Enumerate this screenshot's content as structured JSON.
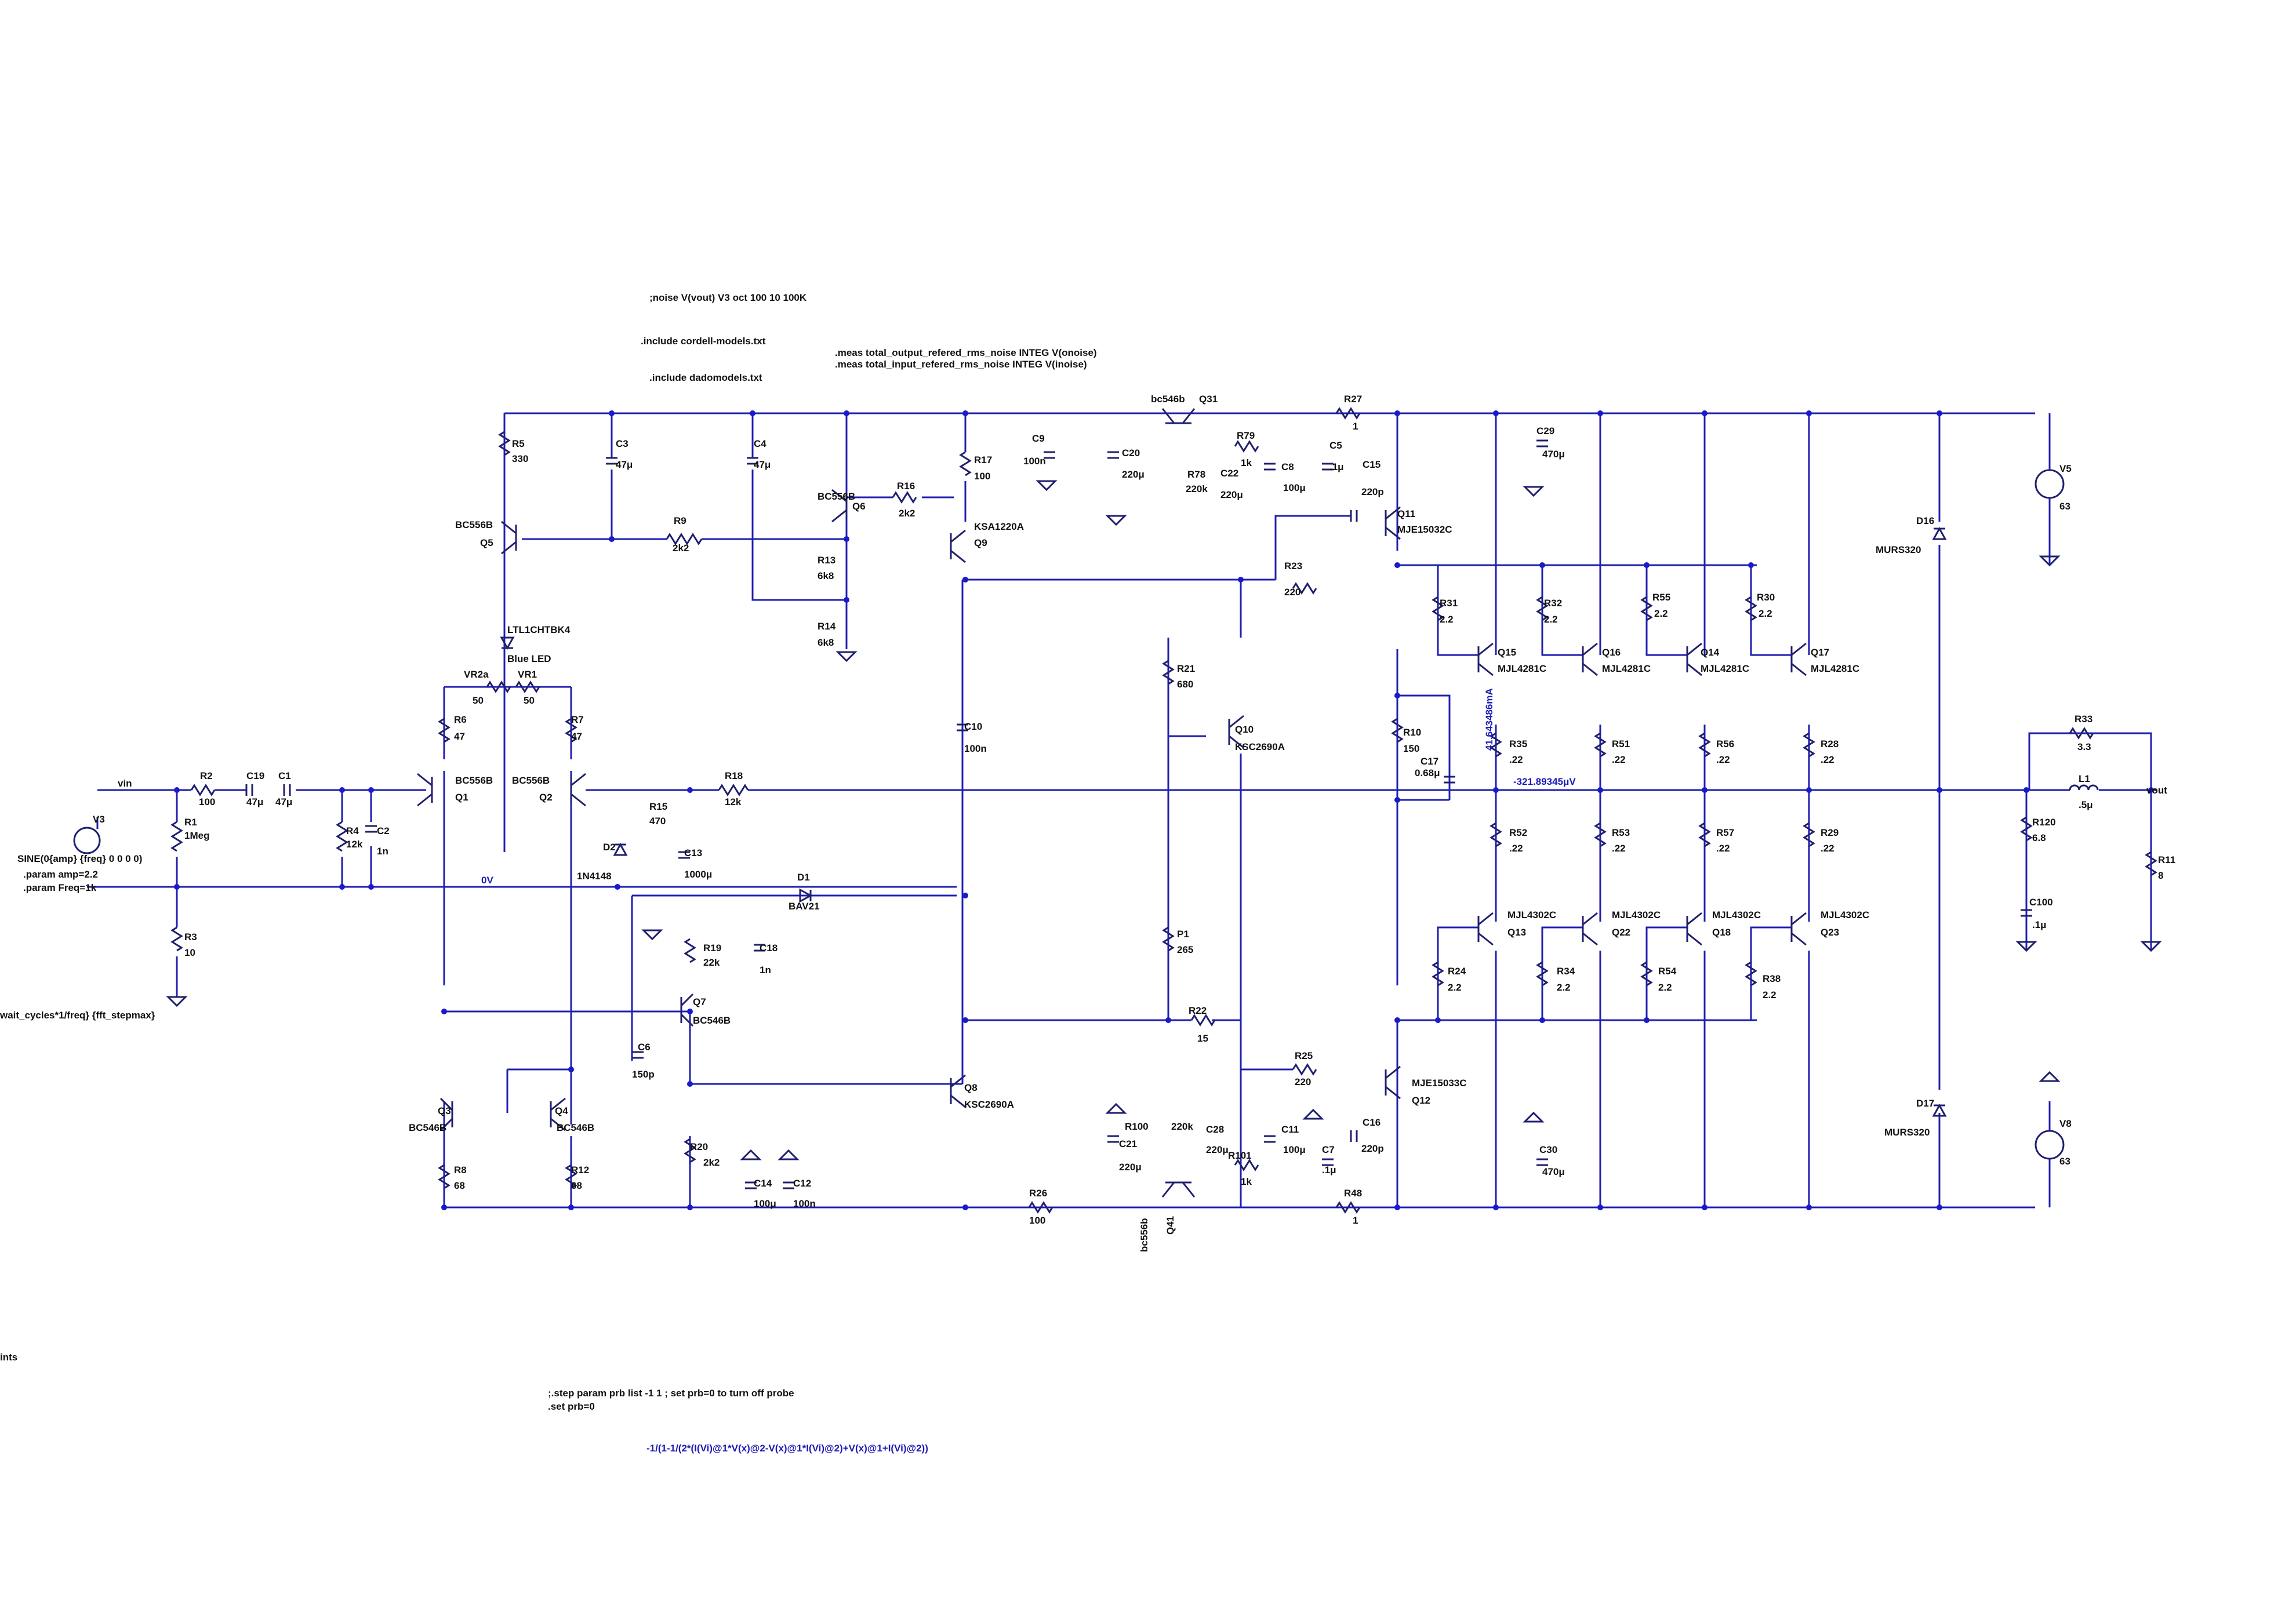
{
  "directives": {
    "noise": ";noise V(vout) V3 oct 100 10 100K",
    "include_cordell": ".include cordell-models.txt",
    "include_dado": ".include dadomodels.txt",
    "meas_output": ".meas total_output_refered_rms_noise INTEG V(onoise)",
    "meas_input": ".meas total_input_refered_rms_noise INTEG V(inoise)",
    "wait_cycles": "wait_cycles*1/freq} {fft_stepmax}",
    "ints": "ints",
    "step_param": ";.step param prb list -1 1 ; set prb=0 to turn off probe",
    "set_prb": ".set prb=0",
    "formula": "-1/(1-1/(2*(I(Vi)@1*V(x)@2-V(x)@1*I(Vi)@2)+V(x)@1+I(Vi)@2))"
  },
  "source": {
    "name": "V3",
    "value": "SINE(0{amp} {freq} 0 0 0 0)",
    "param_amp": ".param amp=2.2",
    "param_freq": ".param Freq=1k"
  },
  "nets": {
    "vin": "vin",
    "vout": "vout",
    "zero": "0V"
  },
  "probes": {
    "current": "41.643486mA",
    "voltage": "-321.89345μV"
  },
  "parts": {
    "R1": {
      "name": "R1",
      "value": "1Meg"
    },
    "R2": {
      "name": "R2",
      "value": "100"
    },
    "R3": {
      "name": "R3",
      "value": "10"
    },
    "R4": {
      "name": "R4",
      "value": "12k"
    },
    "R5": {
      "name": "R5",
      "value": "330"
    },
    "R6": {
      "name": "R6",
      "value": "47"
    },
    "R7": {
      "name": "R7",
      "value": "47"
    },
    "R8": {
      "name": "R8",
      "value": "68"
    },
    "R9": {
      "name": "R9",
      "value": "2k2"
    },
    "R10": {
      "name": "R10",
      "value": "150"
    },
    "R11": {
      "name": "R11",
      "value": "8"
    },
    "R12": {
      "name": "R12",
      "value": "68"
    },
    "R13": {
      "name": "R13",
      "value": "6k8"
    },
    "R14": {
      "name": "R14",
      "value": "6k8"
    },
    "R15": {
      "name": "R15",
      "value": "470"
    },
    "R16": {
      "name": "R16",
      "value": "2k2"
    },
    "R17": {
      "name": "R17",
      "value": "100"
    },
    "R18": {
      "name": "R18",
      "value": "12k"
    },
    "R19": {
      "name": "R19",
      "value": "22k"
    },
    "R20": {
      "name": "R20",
      "value": "2k2"
    },
    "R21": {
      "name": "R21",
      "value": "680"
    },
    "R22": {
      "name": "R22",
      "value": "15"
    },
    "R23": {
      "name": "R23",
      "value": "220"
    },
    "R24": {
      "name": "R24",
      "value": "2.2"
    },
    "R25": {
      "name": "R25",
      "value": "220"
    },
    "R26": {
      "name": "R26",
      "value": "100"
    },
    "R27": {
      "name": "R27",
      "value": "1"
    },
    "R28": {
      "name": "R28",
      "value": ".22"
    },
    "R29": {
      "name": "R29",
      "value": ".22"
    },
    "R30": {
      "name": "R30",
      "value": "2.2"
    },
    "R31": {
      "name": "R31",
      "value": "2.2"
    },
    "R32": {
      "name": "R32",
      "value": "2.2"
    },
    "R33": {
      "name": "R33",
      "value": "3.3"
    },
    "R34": {
      "name": "R34",
      "value": "2.2"
    },
    "R35": {
      "name": "R35",
      "value": ".22"
    },
    "R38": {
      "name": "R38",
      "value": "2.2"
    },
    "R48": {
      "name": "R48",
      "value": "1"
    },
    "R51": {
      "name": "R51",
      "value": ".22"
    },
    "R52": {
      "name": "R52",
      "value": ".22"
    },
    "R53": {
      "name": "R53",
      "value": ".22"
    },
    "R54": {
      "name": "R54",
      "value": "2.2"
    },
    "R55": {
      "name": "R55",
      "value": "2.2"
    },
    "R56": {
      "name": "R56",
      "value": ".22"
    },
    "R57": {
      "name": "R57",
      "value": ".22"
    },
    "R78": {
      "name": "R78",
      "value": "220k"
    },
    "R79": {
      "name": "R79",
      "value": "1k"
    },
    "R100": {
      "name": "R100",
      "value": "220k"
    },
    "R101": {
      "name": "R101",
      "value": "1k"
    },
    "R120": {
      "name": "R120",
      "value": "6.8"
    },
    "P1": {
      "name": "P1",
      "value": "265"
    },
    "VR1": {
      "name": "VR1",
      "value": "50"
    },
    "VR2a": {
      "name": "VR2a",
      "value": "50"
    },
    "C1": {
      "name": "C1",
      "value": "47μ"
    },
    "C2": {
      "name": "C2",
      "value": "1n"
    },
    "C3": {
      "name": "C3",
      "value": "47μ"
    },
    "C4": {
      "name": "C4",
      "value": "47μ"
    },
    "C5": {
      "name": "C5",
      "value": ".1μ"
    },
    "C6": {
      "name": "C6",
      "value": "150p"
    },
    "C7": {
      "name": "C7",
      "value": ".1μ"
    },
    "C8": {
      "name": "C8",
      "value": "100μ"
    },
    "C9": {
      "name": "C9",
      "value": "100n"
    },
    "C10": {
      "name": "C10",
      "value": "100n"
    },
    "C11": {
      "name": "C11",
      "value": "100μ"
    },
    "C12": {
      "name": "C12",
      "value": "100n"
    },
    "C13": {
      "name": "C13",
      "value": "1000μ"
    },
    "C14": {
      "name": "C14",
      "value": "100μ"
    },
    "C15": {
      "name": "C15",
      "value": "220p"
    },
    "C16": {
      "name": "C16",
      "value": "220p"
    },
    "C17": {
      "name": "C17",
      "value": "0.68μ"
    },
    "C18": {
      "name": "C18",
      "value": "1n"
    },
    "C19": {
      "name": "C19",
      "value": "47μ"
    },
    "C20": {
      "name": "C20",
      "value": "220μ"
    },
    "C21": {
      "name": "C21",
      "value": "220μ"
    },
    "C22": {
      "name": "C22",
      "value": "220μ"
    },
    "C28": {
      "name": "C28",
      "value": "220μ"
    },
    "C29": {
      "name": "C29",
      "value": "470μ"
    },
    "C30": {
      "name": "C30",
      "value": "470μ"
    },
    "C100": {
      "name": "C100",
      "value": ".1μ"
    },
    "L1": {
      "name": "L1",
      "value": ".5μ"
    },
    "D1": {
      "name": "D1",
      "value": "BAV21"
    },
    "D2": {
      "name": "D2",
      "value": "1N4148"
    },
    "D16": {
      "name": "D16",
      "value": "MURS320"
    },
    "D17": {
      "name": "D17",
      "value": "MURS320"
    },
    "LED": {
      "name": "LTL1CHTBK4",
      "value": "Blue LED"
    },
    "V5": {
      "name": "V5",
      "value": "63"
    },
    "V8": {
      "name": "V8",
      "value": "63"
    },
    "Q1": {
      "name": "Q1",
      "value": "BC556B"
    },
    "Q2": {
      "name": "Q2",
      "value": "BC556B"
    },
    "Q3": {
      "name": "Q3",
      "value": "BC546B"
    },
    "Q4": {
      "name": "Q4",
      "value": "BC546B"
    },
    "Q5": {
      "name": "Q5",
      "value": "BC556B"
    },
    "Q6": {
      "name": "Q6",
      "value": "BC556B"
    },
    "Q7": {
      "name": "Q7",
      "value": "BC546B"
    },
    "Q8": {
      "name": "Q8",
      "value": "KSC2690A"
    },
    "Q9": {
      "name": "Q9",
      "value": "KSA1220A"
    },
    "Q10": {
      "name": "Q10",
      "value": "KSC2690A"
    },
    "Q11": {
      "name": "Q11",
      "value": "MJE15032C"
    },
    "Q12": {
      "name": "Q12",
      "value": "MJE15033C"
    },
    "Q13": {
      "name": "Q13",
      "value": "MJL4302C"
    },
    "Q14": {
      "name": "Q14",
      "value": "MJL4281C"
    },
    "Q15": {
      "name": "Q15",
      "value": "MJL4281C"
    },
    "Q16": {
      "name": "Q16",
      "value": "MJL4281C"
    },
    "Q17": {
      "name": "Q17",
      "value": "MJL4281C"
    },
    "Q18": {
      "name": "Q18",
      "value": "MJL4302C"
    },
    "Q22": {
      "name": "Q22",
      "value": "MJL4302C"
    },
    "Q23": {
      "name": "Q23",
      "value": "MJL4302C"
    },
    "Q31": {
      "name": "Q31",
      "value": "bc546b"
    },
    "Q41": {
      "name": "Q41",
      "value": "bc556b"
    }
  }
}
